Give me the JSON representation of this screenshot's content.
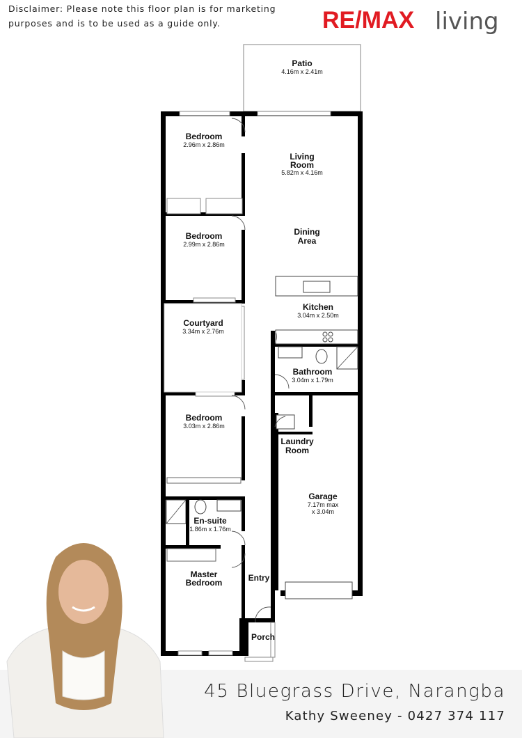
{
  "disclaimer": "Disclaimer: Please note this floor plan is for marketing purposes and is to be used as a guide only.",
  "brand": {
    "part1": "RE/MAX",
    "part2": "living",
    "red": "#e11b22",
    "blue": "#1a3c8c",
    "gray": "#555555"
  },
  "rooms": {
    "patio": {
      "name": "Patio",
      "dim": "4.16m x 2.41m"
    },
    "bedroom1": {
      "name": "Bedroom",
      "dim": "2.96m x 2.86m"
    },
    "living": {
      "name1": "Living",
      "name2": "Room",
      "dim": "5.82m x 4.16m"
    },
    "bedroom2": {
      "name": "Bedroom",
      "dim": "2.99m x 2.86m"
    },
    "dining": {
      "name1": "Dining",
      "name2": "Area"
    },
    "kitchen": {
      "name": "Kitchen",
      "dim": "3.04m x 2.50m"
    },
    "courtyard": {
      "name": "Courtyard",
      "dim": "3.34m x 2.76m"
    },
    "bathroom": {
      "name": "Bathroom",
      "dim": "3.04m x 1.79m"
    },
    "bedroom3": {
      "name": "Bedroom",
      "dim": "3.03m x 2.86m"
    },
    "laundry": {
      "name1": "Laundry",
      "name2": "Room"
    },
    "garage": {
      "name": "Garage",
      "dim1": "7.17m max",
      "dim2": "x 3.04m"
    },
    "ensuite": {
      "name": "En-suite",
      "dim": "1.86m x 1.76m"
    },
    "master": {
      "name1": "Master",
      "name2": "Bedroom"
    },
    "entry": {
      "name": "Entry"
    },
    "porch": {
      "name": "Porch"
    }
  },
  "address": "45 Bluegrass Drive, Narangba",
  "agent": "Kathy Sweeney - 0427 374 117"
}
